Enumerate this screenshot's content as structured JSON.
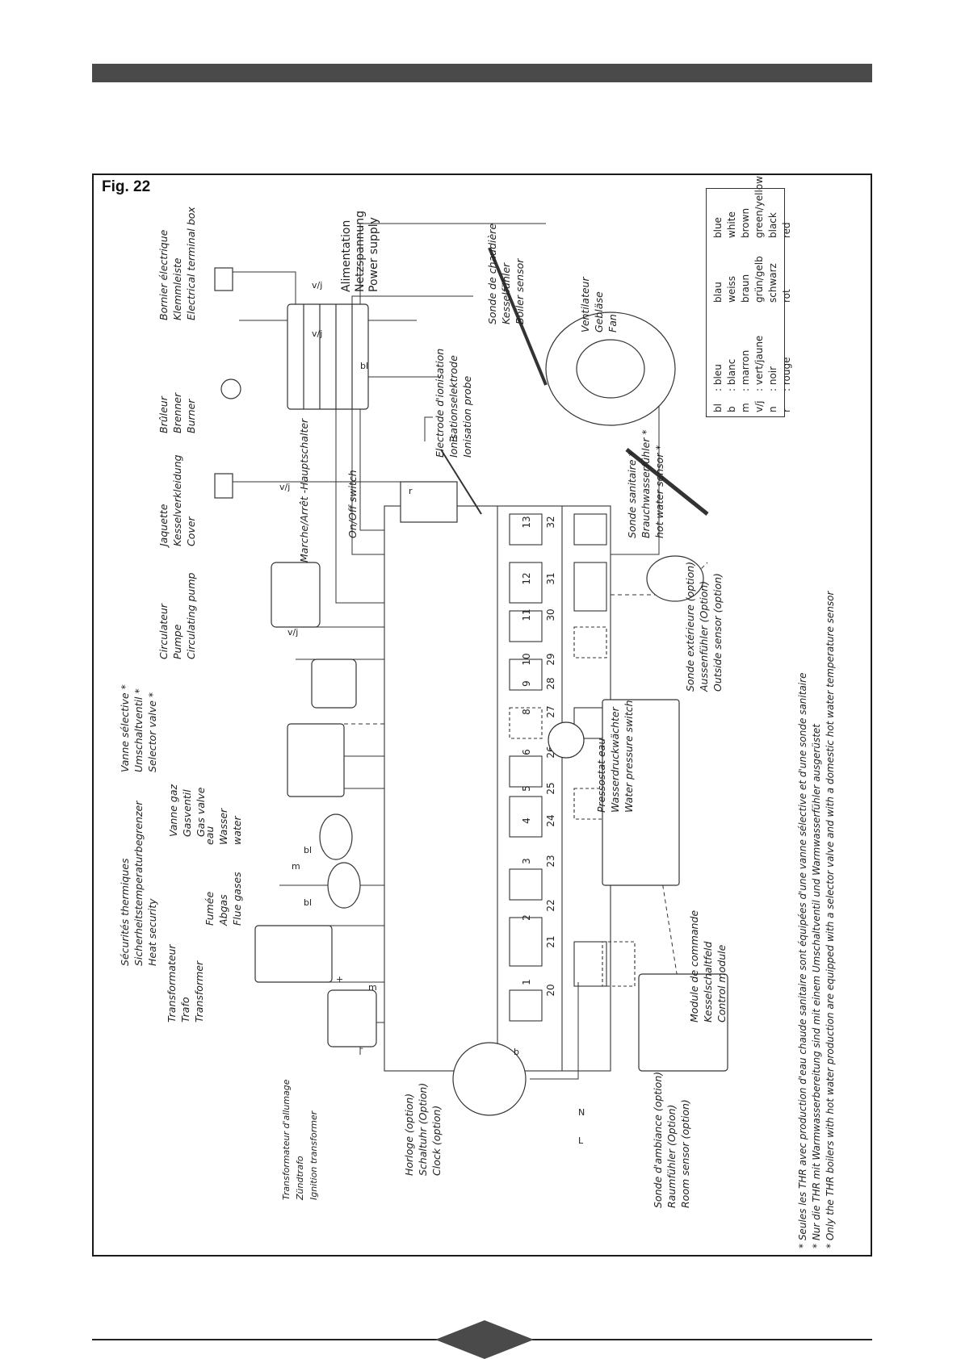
{
  "figure": {
    "label": "Fig. 22"
  },
  "components": {
    "bornier": [
      "Bornier électrique",
      "Klemmleiste",
      "Electrical terminal box"
    ],
    "bruleur": [
      "Brûleur",
      "Brenner",
      "Burner"
    ],
    "jaquette": [
      "Jaquette",
      "Kesselverkleidung",
      "Cover"
    ],
    "circulateur": [
      "Circulateur",
      "Pumpe",
      "Circulating pump"
    ],
    "vanne_sel": [
      "Vanne sélective *",
      "Umschaltventil *",
      "Selector valve *"
    ],
    "vanne_gaz": [
      "Vanne gaz",
      "Gasventil",
      "Gas valve"
    ],
    "securites": [
      "Sécurités thermiques",
      "Sicherheitstemperaturbegrenzer",
      "Heat security"
    ],
    "eau": [
      "eau",
      "Wasser",
      "water"
    ],
    "fumee": [
      "Fumée",
      "Abgas",
      "Flue gases"
    ],
    "transfo": [
      "Transformateur",
      "Trafo",
      "Transformer"
    ],
    "transfo_allum": [
      "Transformateur d'allumage",
      "Zündtrafo",
      "Ignition transformer"
    ],
    "horloge": [
      "Horloge (option)",
      "Schaltuhr (Option)",
      "Clock (option)"
    ],
    "sonde_amb": [
      "Sonde d'ambiance (option)",
      "Raumfühler (Option)",
      "Room sensor (option)"
    ],
    "module": [
      "Module de commande",
      "Kesselschaltfeld",
      "Control module"
    ],
    "pressostat": [
      "Pressostat eau",
      "Wasserdruckwächter",
      "Water pressure switch"
    ],
    "sonde_ext": [
      "Sonde extérieure (option)",
      "Aussenfühler (Option)",
      "Outside sensor (option)"
    ],
    "sonde_san": [
      "Sonde sanitaire *",
      "Brauchwasserfühler *",
      "hot water sensor *"
    ],
    "ventilateur": [
      "Ventilateur",
      "Gebläse",
      "Fan"
    ],
    "electrode": [
      "Electrode d'ionisation",
      "Ionisationselektrode",
      "Ionisation probe"
    ],
    "sonde_chaud": [
      "Sonde de chaudière",
      "Kesselfühler",
      "Boiler sensor"
    ],
    "alimentation": [
      "Alimentation",
      "Netzspannung",
      "Power supply"
    ],
    "marche_arret": "Marche/Arrêt -Hauptschalter",
    "onoff": "On/Off switch"
  },
  "terminals_top": [
    "1",
    "2",
    "3",
    "4",
    "5",
    "6",
    "8",
    "9",
    "10",
    "11",
    "12",
    "13"
  ],
  "terminals_bottom": [
    "20",
    "21",
    "22",
    "23",
    "24",
    "25",
    "26",
    "27",
    "28",
    "29",
    "30",
    "31",
    "32"
  ],
  "wire_labels": {
    "vj": "v/j",
    "bl": "bl",
    "m": "m",
    "b": "b",
    "r": "r",
    "plus": "+",
    "minus": "-",
    "L": "L",
    "N": "N"
  },
  "legend": {
    "rows": [
      {
        "code": "bl",
        "fr": ": bleu",
        "de": "blau",
        "en": "blue"
      },
      {
        "code": "b",
        "fr": ": blanc",
        "de": "weiss",
        "en": "white"
      },
      {
        "code": "m",
        "fr": ": marron",
        "de": "braun",
        "en": "brown"
      },
      {
        "code": "v/j",
        "fr": ": vert/jaune",
        "de": "grün/gelb",
        "en": "green/yellow"
      },
      {
        "code": "n",
        "fr": ": noir",
        "de": "schwarz",
        "en": "black"
      },
      {
        "code": "r",
        "fr": ": rouge",
        "de": "rot",
        "en": "red"
      }
    ]
  },
  "notes": [
    "* Seules les THR avec production d'eau chaude sanitaire sont équipées d'une vanne sélective et d'une sonde sanitaire",
    "* Nur die THR mit Warmwasserbereitung sind mit einem Umschaltventil und Warmwasserfühler ausgerüstet",
    "* Only the THR boilers with hot water production are equipped with a selector valve and with a domestic hot water temperature sensor"
  ]
}
